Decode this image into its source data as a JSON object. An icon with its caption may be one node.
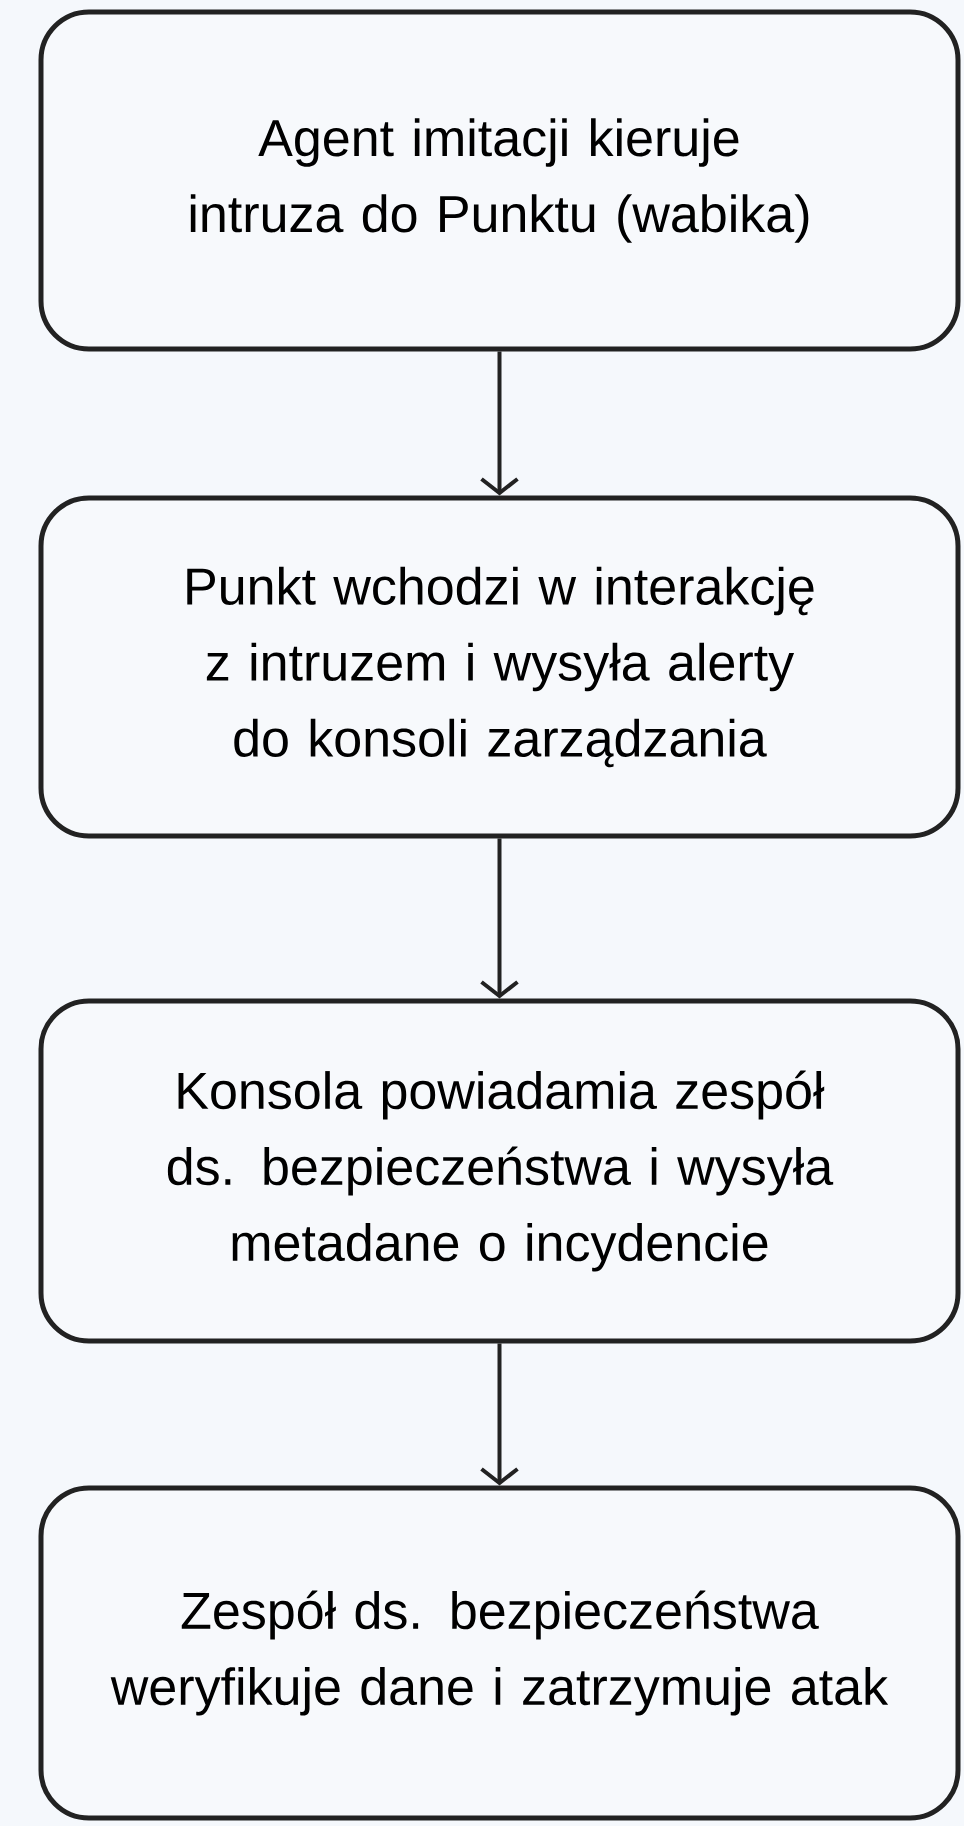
{
  "diagram": {
    "nodes": [
      {
        "text": [
          "Agent imitacji kieruje intruza do Punktu (wabika)"
        ]
      },
      {
        "text": [
          "Punkt wchodzi w interakcję z intruzem i wysyła alerty do konsoli zarządzania"
        ]
      },
      {
        "text": [
          "Konsola powiadamia zespół ds. bezpieczeństwa i wysyła metadane o incydencie"
        ]
      },
      {
        "text": [
          "Zespół ds. bezpieczeństwa weryfikuje dane i zatrzymuje atak"
        ]
      }
    ],
    "edges": [
      {
        "from": 0,
        "to": 1,
        "arrow": "to"
      },
      {
        "from": 1,
        "to": 2,
        "arrow": "to"
      },
      {
        "from": 2,
        "to": 3,
        "arrow": "to"
      }
    ]
  }
}
